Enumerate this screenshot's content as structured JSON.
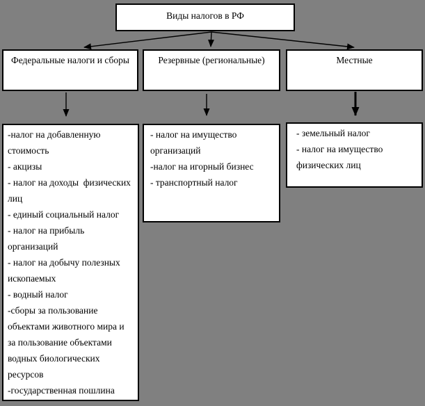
{
  "diagram": {
    "title": "Виды налогов в РФ",
    "branches": [
      {
        "label": "Федеральные налоги и сборы",
        "lines": [
          "-налог на добавленную",
          "стоимость",
          "- акцизы",
          "- налог на доходы  физических",
          "лиц",
          "- единый социальный налог",
          "- налог на прибыль",
          "организаций",
          "- налог на добычу полезных",
          "ископаемых",
          "- водный налог",
          "-сборы за пользование",
          "объектами животного мира и",
          "за пользование объектами",
          "водных биологических",
          "ресурсов",
          "-государственная пошлина"
        ]
      },
      {
        "label": "Резервные (региональные)",
        "lines": [
          "- налог на имущество",
          "организаций",
          "-налог на игорный бизнес",
          "- транспортный налог"
        ]
      },
      {
        "label": "Местные",
        "lines": [
          "- земельный налог",
          "- налог на имущество",
          "физических лиц"
        ]
      }
    ],
    "colors": {
      "canvas_bg": "#808080",
      "box_bg": "#ffffff",
      "box_border": "#000000",
      "arrow": "#000000"
    }
  }
}
